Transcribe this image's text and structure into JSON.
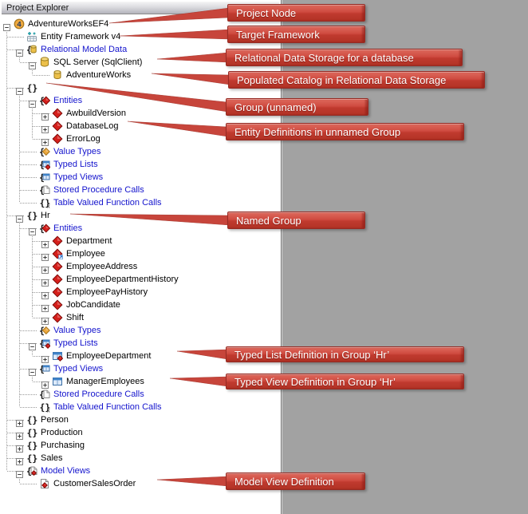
{
  "panel": {
    "title": "Project Explorer"
  },
  "colors": {
    "accent_red": "#c7453b",
    "link_blue": "#1414cd",
    "background_gray": "#a2a2a2",
    "panel_white": "#ffffff",
    "entity_red": "#d6201c",
    "catalog_gold": "#ecc04a"
  },
  "tree": {
    "rows": [
      {
        "label": "AdventureWorksEF4",
        "icon": "project-version-4",
        "level": 0,
        "toggle": "minus",
        "link": false
      },
      {
        "label": "Entity Framework v4",
        "icon": "entity-framework",
        "level": 1,
        "toggle": "none",
        "link": false
      },
      {
        "label": "Relational Model Data",
        "icon": "braces-database",
        "level": 1,
        "toggle": "minus",
        "link": true
      },
      {
        "label": "SQL Server (SqlClient)",
        "icon": "database-server",
        "level": 2,
        "toggle": "minus",
        "link": false
      },
      {
        "label": "AdventureWorks",
        "icon": "database-catalog",
        "level": 3,
        "toggle": "none",
        "link": false
      },
      {
        "label": "",
        "icon": "braces-group",
        "level": 1,
        "toggle": "minus",
        "link": false
      },
      {
        "label": "Entities",
        "icon": "braces-entity",
        "level": 2,
        "toggle": "minus",
        "link": true
      },
      {
        "label": "AwbuildVersion",
        "icon": "entity-diamond",
        "level": 3,
        "toggle": "plus",
        "link": false
      },
      {
        "label": "DatabaseLog",
        "icon": "entity-diamond",
        "level": 3,
        "toggle": "plus",
        "link": false
      },
      {
        "label": "ErrorLog",
        "icon": "entity-diamond",
        "level": 3,
        "toggle": "plus",
        "link": false
      },
      {
        "label": "Value Types",
        "icon": "braces-valuetype",
        "level": 2,
        "toggle": "none",
        "link": true
      },
      {
        "label": "Typed Lists",
        "icon": "braces-typedlist",
        "level": 2,
        "toggle": "none",
        "link": true
      },
      {
        "label": "Typed Views",
        "icon": "braces-typedview",
        "level": 2,
        "toggle": "none",
        "link": true
      },
      {
        "label": "Stored Procedure Calls",
        "icon": "braces-procedure",
        "level": 2,
        "toggle": "none",
        "link": true
      },
      {
        "label": "Table Valued Function Calls",
        "icon": "braces-function",
        "level": 2,
        "toggle": "none",
        "link": true
      },
      {
        "label": "Hr",
        "icon": "braces-group",
        "level": 1,
        "toggle": "minus",
        "link": false
      },
      {
        "label": "Entities",
        "icon": "braces-entity",
        "level": 2,
        "toggle": "minus",
        "link": true
      },
      {
        "label": "Department",
        "icon": "entity-diamond",
        "level": 3,
        "toggle": "plus",
        "link": false
      },
      {
        "label": "Employee",
        "icon": "entity-diamond-subtype",
        "level": 3,
        "toggle": "plus",
        "link": false
      },
      {
        "label": "EmployeeAddress",
        "icon": "entity-diamond",
        "level": 3,
        "toggle": "plus",
        "link": false
      },
      {
        "label": "EmployeeDepartmentHistory",
        "icon": "entity-diamond",
        "level": 3,
        "toggle": "plus",
        "link": false
      },
      {
        "label": "EmployeePayHistory",
        "icon": "entity-diamond",
        "level": 3,
        "toggle": "plus",
        "link": false
      },
      {
        "label": "JobCandidate",
        "icon": "entity-diamond",
        "level": 3,
        "toggle": "plus",
        "link": false
      },
      {
        "label": "Shift",
        "icon": "entity-diamond",
        "level": 3,
        "toggle": "plus",
        "link": false
      },
      {
        "label": "Value Types",
        "icon": "braces-valuetype",
        "level": 2,
        "toggle": "none",
        "link": true
      },
      {
        "label": "Typed Lists",
        "icon": "braces-typedlist",
        "level": 2,
        "toggle": "minus",
        "link": true
      },
      {
        "label": "EmployeeDepartment",
        "icon": "typedlist-table",
        "level": 3,
        "toggle": "plus",
        "link": false
      },
      {
        "label": "Typed Views",
        "icon": "braces-typedview",
        "level": 2,
        "toggle": "minus",
        "link": true
      },
      {
        "label": "ManagerEmployees",
        "icon": "typedview-table",
        "level": 3,
        "toggle": "plus",
        "link": false
      },
      {
        "label": "Stored Procedure Calls",
        "icon": "braces-procedure",
        "level": 2,
        "toggle": "none",
        "link": true
      },
      {
        "label": "Table Valued Function Calls",
        "icon": "braces-function",
        "level": 2,
        "toggle": "none",
        "link": true
      },
      {
        "label": "Person",
        "icon": "braces-group",
        "level": 1,
        "toggle": "plus",
        "link": false
      },
      {
        "label": "Production",
        "icon": "braces-group",
        "level": 1,
        "toggle": "plus",
        "link": false
      },
      {
        "label": "Purchasing",
        "icon": "braces-group",
        "level": 1,
        "toggle": "plus",
        "link": false
      },
      {
        "label": "Sales",
        "icon": "braces-group",
        "level": 1,
        "toggle": "plus",
        "link": false
      },
      {
        "label": "Model Views",
        "icon": "braces-modelview",
        "level": 1,
        "toggle": "minus",
        "link": true
      },
      {
        "label": "CustomerSalesOrder",
        "icon": "modelview-page",
        "level": 2,
        "toggle": "none",
        "link": false
      }
    ]
  },
  "callouts": {
    "items": [
      {
        "label": "Project Node"
      },
      {
        "label": "Target Framework"
      },
      {
        "label": "Relational Data Storage  for a database"
      },
      {
        "label": "Populated  Catalog in Relational Data Storage"
      },
      {
        "label": "Group  (unnamed)"
      },
      {
        "label": "Entity Definitions in unnamed  Group"
      },
      {
        "label": "Named  Group"
      },
      {
        "label": "Typed List Definition in Group  ‘Hr’"
      },
      {
        "label": "Typed View Definition in Group  ‘Hr’"
      },
      {
        "label": "Model  View  Definition"
      }
    ]
  }
}
